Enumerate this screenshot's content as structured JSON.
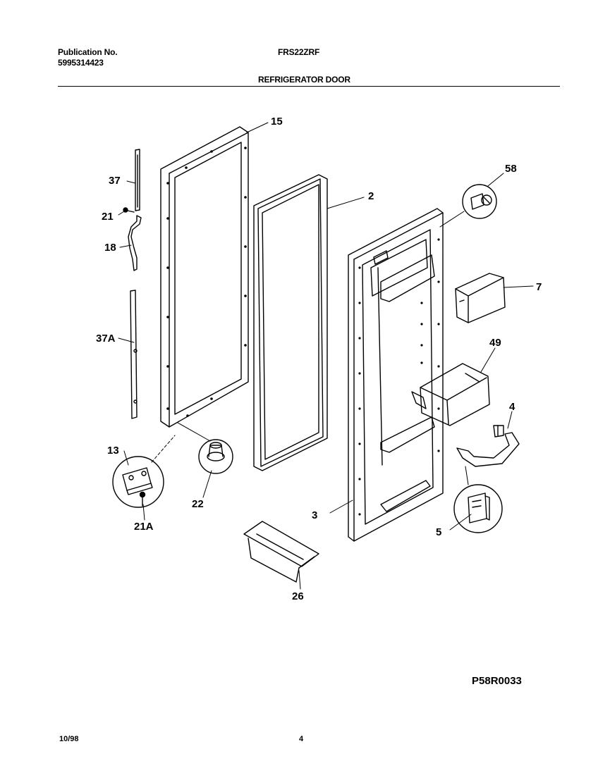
{
  "header": {
    "publication_label": "Publication No.",
    "publication_number": "5995314423",
    "model": "FRS22ZRF",
    "section_title": "REFRIGERATOR DOOR"
  },
  "callouts": {
    "c15": "15",
    "c2": "2",
    "c58": "58",
    "c37": "37",
    "c21": "21",
    "c18": "18",
    "c37a": "37A",
    "c7": "7",
    "c49": "49",
    "c4": "4",
    "c13": "13",
    "c22": "22",
    "c21a": "21A",
    "c3": "3",
    "c5": "5",
    "c26": "26"
  },
  "drawing_code": "P58R0033",
  "footer": {
    "date": "10/98",
    "page": "4"
  }
}
